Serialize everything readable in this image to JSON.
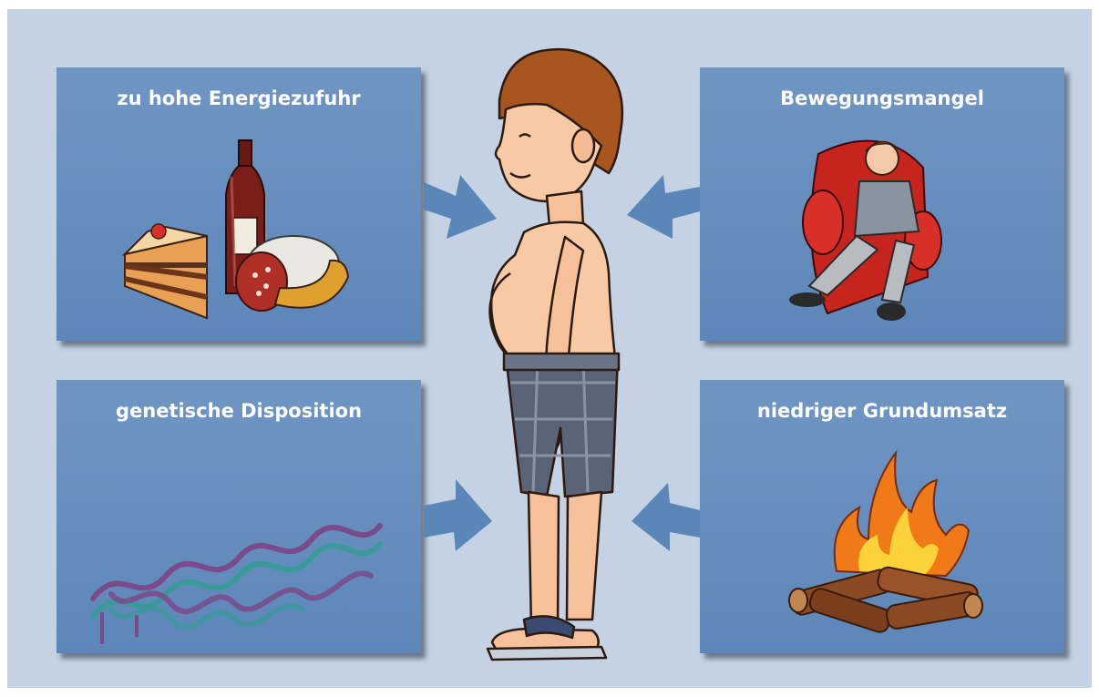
{
  "panels": {
    "top_left": {
      "title": "zu hohe Energiezufuhr",
      "icon": "food-and-drink-icon"
    },
    "top_right": {
      "title": "Bewegungsmangel",
      "icon": "couch-sitter-icon"
    },
    "bottom_left": {
      "title": "genetische Disposition",
      "icon": "dna-helix-icon"
    },
    "bottom_right": {
      "title": "niedriger Grundumsatz",
      "icon": "campfire-icon"
    }
  },
  "colors": {
    "background": "#c4d2e4",
    "panel": "#6089bb",
    "arrow": "#5b86b8",
    "title_text": "#ffffff"
  }
}
